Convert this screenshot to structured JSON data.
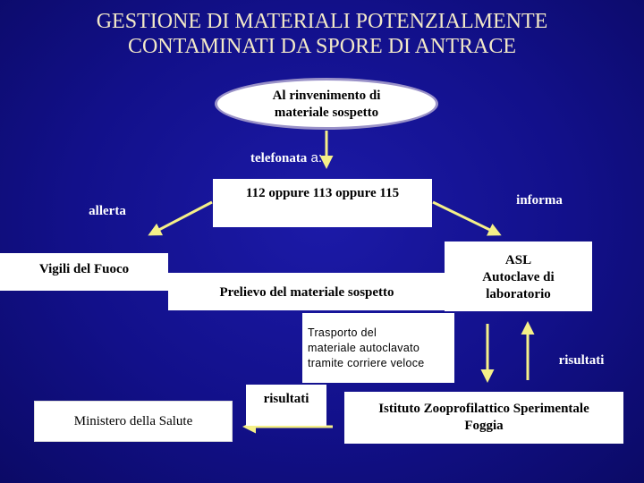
{
  "title": {
    "line1": "GESTIONE DI MATERIALI POTENZIALMENTE",
    "line2": "CONTAMINATI DA SPORE DI ANTRACE"
  },
  "nodes": {
    "rinvenimento": {
      "line1": "Al rinvenimento di",
      "line2": "materiale sospetto"
    },
    "telefonata": {
      "bold": "telefonata",
      "plain": " a:"
    },
    "numeri": "112 oppure 113 oppure 115",
    "allerta": "allerta",
    "informa": "informa",
    "vigili": "Vigili del Fuoco",
    "prelievo": "Prelievo del materiale sospetto",
    "asl": {
      "line1": "ASL",
      "line2": "Autoclave di",
      "line3": "laboratorio"
    },
    "trasporto": {
      "line1": "Trasporto del",
      "line2": "materiale autoclavato",
      "line3": "tramite corriere veloce"
    },
    "risultati_right": "risultati",
    "ministero": "Ministero della Salute",
    "risultati_left": "risultati",
    "istituto": {
      "line1": "Istituto Zooprofilattico Sperimentale",
      "line2": "Foggia"
    }
  },
  "colors": {
    "background": "#12108a",
    "title_text": "#f3e9c8",
    "arrow": "#f5f088",
    "ellipse_border": "#9a92c8"
  }
}
